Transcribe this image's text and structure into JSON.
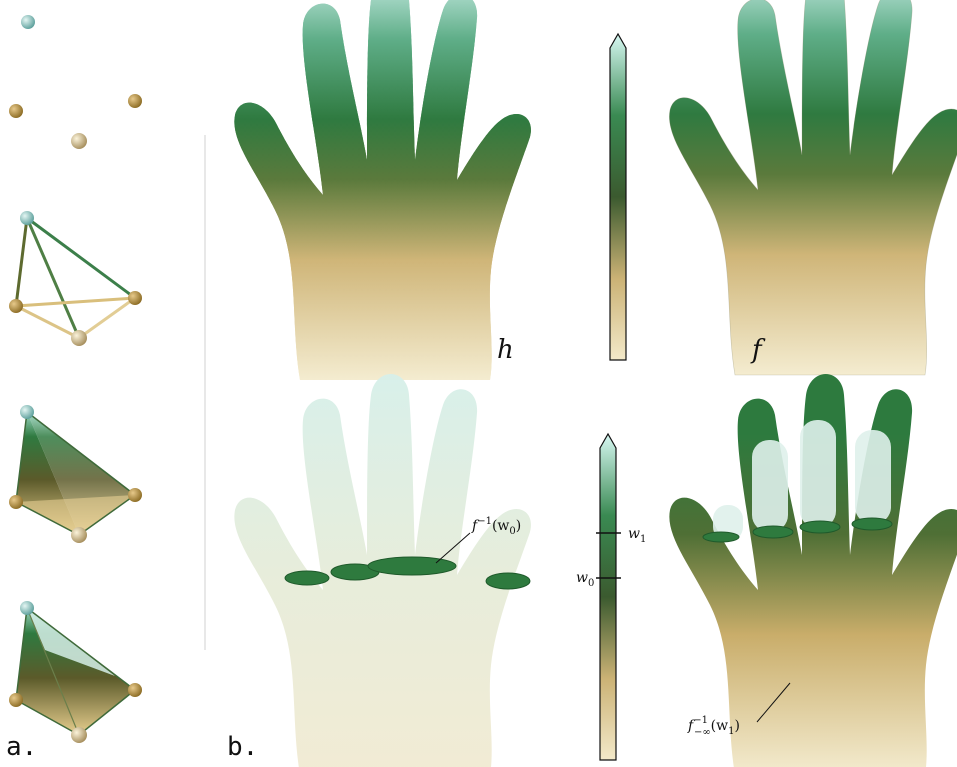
{
  "panels": {
    "a": {
      "letter": "a."
    },
    "b": {
      "letter": "b."
    }
  },
  "labels": {
    "h": "h",
    "f": "f",
    "level_set": "f",
    "level_set_sup": "−1",
    "level_set_arg": "(w",
    "level_set_arg_sub": "0",
    "level_set_close": ")",
    "sublevel": "f",
    "sublevel_sup": "−1",
    "sublevel_sub": "−∞",
    "sublevel_arg": "(w",
    "sublevel_arg_sub": "1",
    "sublevel_close": ")",
    "w0": "w",
    "w0_sub": "0",
    "w1": "w",
    "w1_sub": "1"
  },
  "colors": {
    "low": "#f0e6c6",
    "mid_low": "#c9ad6a",
    "mid": "#5a6a35",
    "mid_high": "#2e7a3e",
    "high": "#d8f7f2",
    "ghost": "#e9f2ea"
  }
}
